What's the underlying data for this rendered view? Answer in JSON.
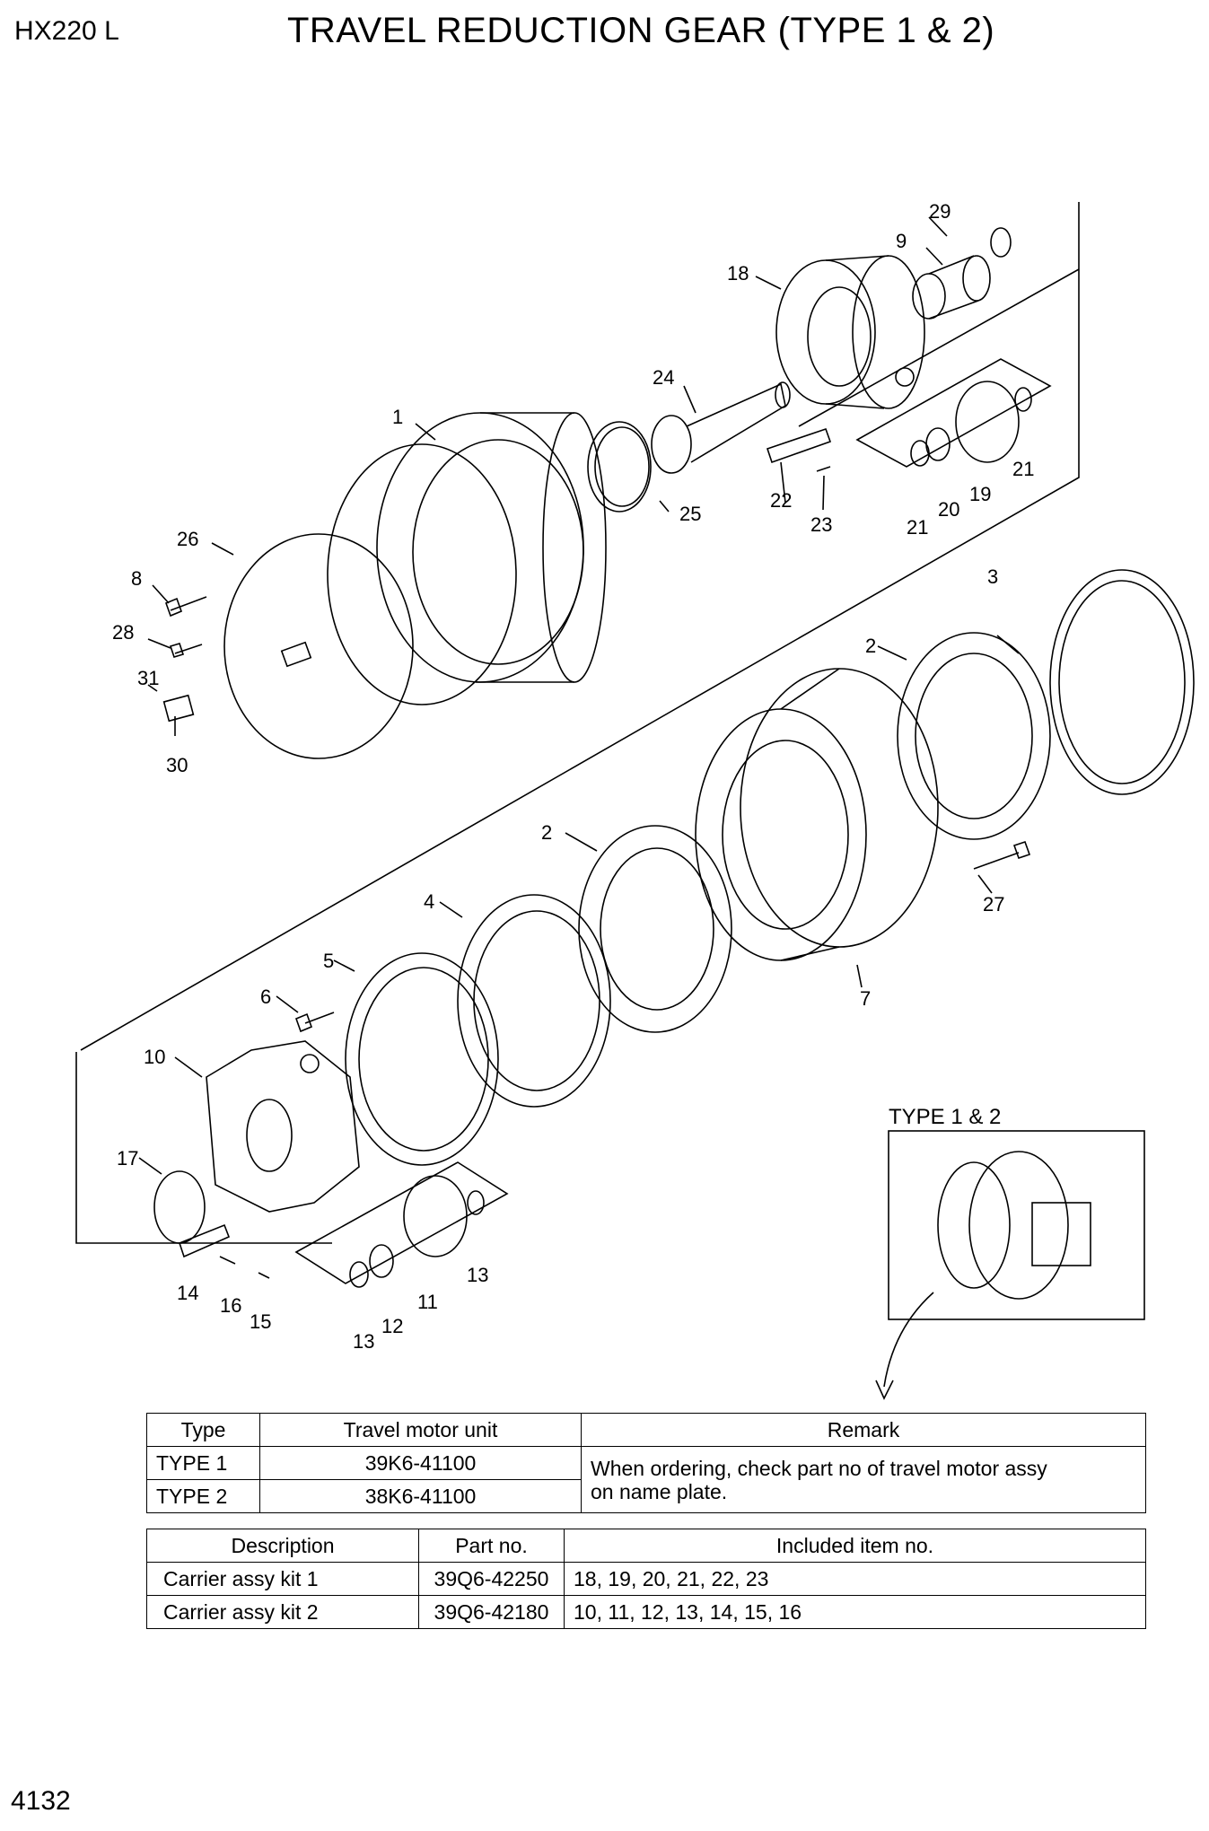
{
  "header": {
    "model": "HX220 L",
    "title": "TRAVEL REDUCTION GEAR (TYPE 1 & 2)"
  },
  "inset": {
    "label": "TYPE 1 & 2"
  },
  "callouts": {
    "c1": "1",
    "c2a": "2",
    "c2b": "2",
    "c3": "3",
    "c4": "4",
    "c5": "5",
    "c6": "6",
    "c7": "7",
    "c8": "8",
    "c9": "9",
    "c10": "10",
    "c11": "11",
    "c12": "12",
    "c13a": "13",
    "c13b": "13",
    "c14": "14",
    "c15": "15",
    "c16": "16",
    "c17": "17",
    "c18": "18",
    "c19": "19",
    "c20": "20",
    "c21a": "21",
    "c21b": "21",
    "c22": "22",
    "c23": "23",
    "c24": "24",
    "c25": "25",
    "c26": "26",
    "c27": "27",
    "c28": "28",
    "c29": "29",
    "c30": "30",
    "c31": "31"
  },
  "type_table": {
    "headers": [
      "Type",
      "Travel motor unit",
      "Remark"
    ],
    "rows": [
      {
        "type": "TYPE 1",
        "unit": "39K6-41100"
      },
      {
        "type": "TYPE 2",
        "unit": "38K6-41100"
      }
    ],
    "remark_line1": "When ordering, check part no of travel motor assy",
    "remark_line2": "on name plate."
  },
  "kit_table": {
    "headers": [
      "Description",
      "Part no.",
      "Included item no."
    ],
    "rows": [
      {
        "desc": "Carrier assy kit 1",
        "part": "39Q6-42250",
        "items": "18, 19, 20, 21, 22, 23"
      },
      {
        "desc": "Carrier assy kit 2",
        "part": "39Q6-42180",
        "items": "10, 11, 12, 13, 14, 15, 16"
      }
    ]
  },
  "footer": {
    "page": "4132"
  }
}
